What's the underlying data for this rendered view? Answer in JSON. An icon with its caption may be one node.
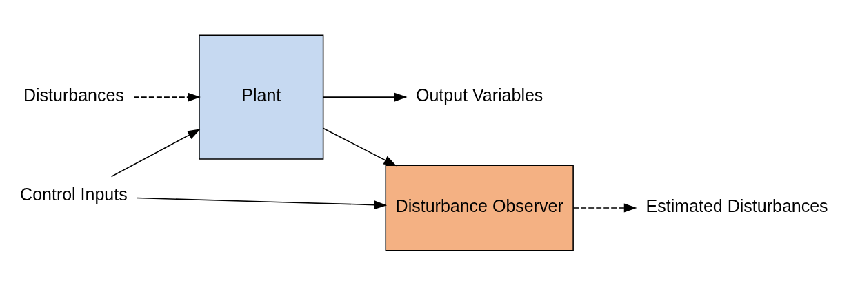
{
  "diagram": {
    "nodes": [
      {
        "text": [
          "Plant"
        ]
      },
      {
        "text": [
          "Disturbance Observer"
        ]
      },
      {
        "text": [
          "Disturbances"
        ]
      },
      {
        "text": [
          "Control Inputs"
        ]
      },
      {
        "text": [
          "Output Variables"
        ]
      },
      {
        "text": [
          "Estimated Disturbances"
        ]
      }
    ],
    "edges": [
      {
        "from": 2,
        "to": 0,
        "arrow": "to",
        "style": "dashed"
      },
      {
        "from": 3,
        "to": 0,
        "arrow": "to"
      },
      {
        "from": 3,
        "to": 1,
        "arrow": "to"
      },
      {
        "from": 0,
        "to": 4,
        "arrow": "to"
      },
      {
        "from": 0,
        "to": 1,
        "arrow": "to"
      },
      {
        "from": 1,
        "to": 5,
        "arrow": "to",
        "style": "dashed"
      }
    ]
  }
}
